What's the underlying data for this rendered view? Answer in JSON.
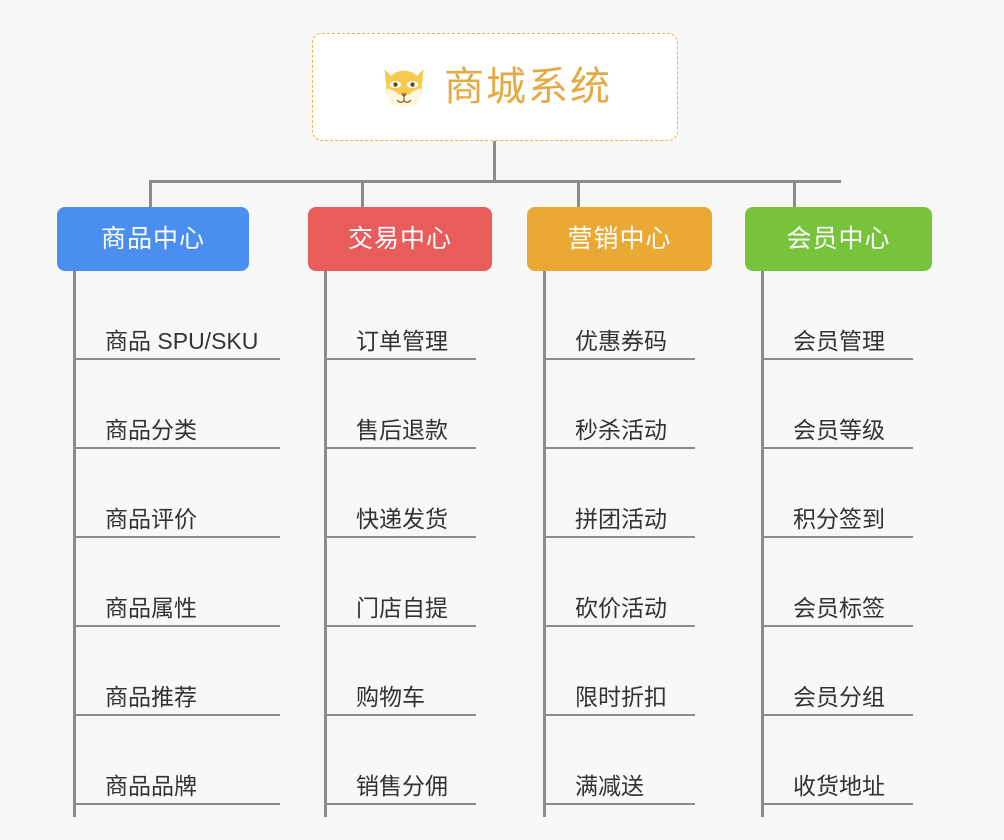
{
  "background_color": "#f8f8f8",
  "connector_color": "#8c8c8c",
  "root": {
    "title": "商城系统",
    "icon": "shiba-dog-face-icon",
    "icon_color": "#f5cb4e",
    "text_color": "#e3aa45",
    "border_style": "dashed",
    "border_color": "#e8b44a",
    "background": "#ffffff"
  },
  "categories": [
    {
      "label": "商品中心",
      "color": "#4a8ef0",
      "items": [
        "商品 SPU/SKU",
        "商品分类",
        "商品评价",
        "商品属性",
        "商品推荐",
        "商品品牌"
      ]
    },
    {
      "label": "交易中心",
      "color": "#e85c5c",
      "items": [
        "订单管理",
        "售后退款",
        "快递发货",
        "门店自提",
        "购物车",
        "销售分佣"
      ]
    },
    {
      "label": "营销中心",
      "color": "#eaa935",
      "items": [
        "优惠券码",
        "秒杀活动",
        "拼团活动",
        "砍价活动",
        "限时折扣",
        "满减送"
      ]
    },
    {
      "label": "会员中心",
      "color": "#78c33c",
      "items": [
        "会员管理",
        "会员等级",
        "积分签到",
        "会员标签",
        "会员分组",
        "收货地址"
      ]
    }
  ]
}
